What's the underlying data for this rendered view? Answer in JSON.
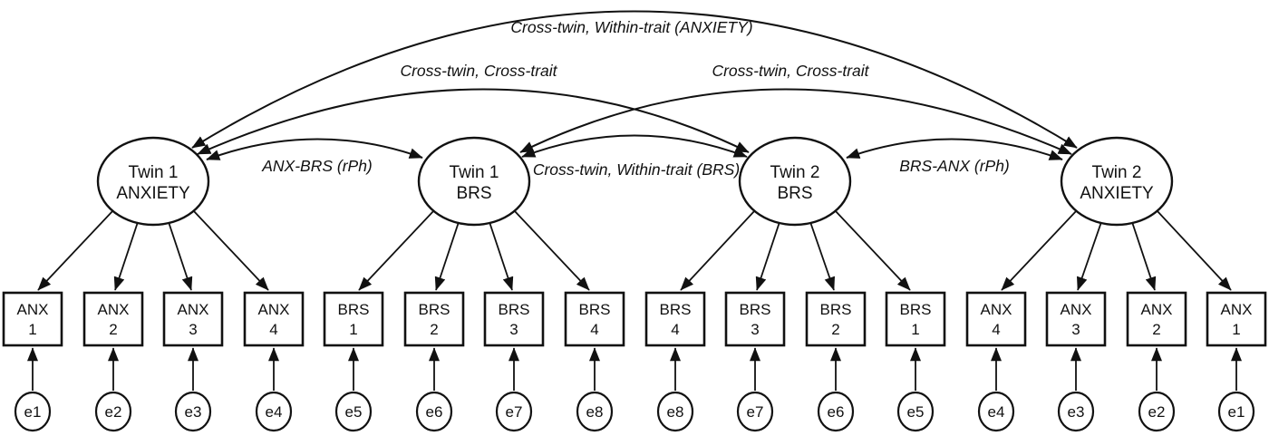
{
  "latents": [
    {
      "line1": "Twin 1",
      "line2": "ANXIETY"
    },
    {
      "line1": "Twin 1",
      "line2": "BRS"
    },
    {
      "line1": "Twin 2",
      "line2": "BRS"
    },
    {
      "line1": "Twin 2",
      "line2": "ANXIETY"
    }
  ],
  "path_labels": {
    "cross_twin_within_anxiety": "Cross-twin, Within-trait (ANXIETY)",
    "cross_twin_cross_trait_left": "Cross-twin, Cross-trait",
    "cross_twin_cross_trait_right": "Cross-twin, Cross-trait",
    "anx_brs_rph": "ANX-BRS (rPh)",
    "cross_twin_within_brs": "Cross-twin, Within-trait (BRS)",
    "brs_anx_rph": "BRS-ANX (rPh)"
  },
  "observed": [
    {
      "line1": "ANX",
      "line2": "1"
    },
    {
      "line1": "ANX",
      "line2": "2"
    },
    {
      "line1": "ANX",
      "line2": "3"
    },
    {
      "line1": "ANX",
      "line2": "4"
    },
    {
      "line1": "BRS",
      "line2": "1"
    },
    {
      "line1": "BRS",
      "line2": "2"
    },
    {
      "line1": "BRS",
      "line2": "3"
    },
    {
      "line1": "BRS",
      "line2": "4"
    },
    {
      "line1": "BRS",
      "line2": "4"
    },
    {
      "line1": "BRS",
      "line2": "3"
    },
    {
      "line1": "BRS",
      "line2": "2"
    },
    {
      "line1": "BRS",
      "line2": "1"
    },
    {
      "line1": "ANX",
      "line2": "4"
    },
    {
      "line1": "ANX",
      "line2": "3"
    },
    {
      "line1": "ANX",
      "line2": "2"
    },
    {
      "line1": "ANX",
      "line2": "1"
    }
  ],
  "errors": [
    "e1",
    "e2",
    "e3",
    "e4",
    "e5",
    "e6",
    "e7",
    "e8",
    "e8",
    "e7",
    "e6",
    "e5",
    "e4",
    "e3",
    "e2",
    "e1"
  ],
  "colors": {
    "stroke": "#111111",
    "background": "#ffffff"
  }
}
